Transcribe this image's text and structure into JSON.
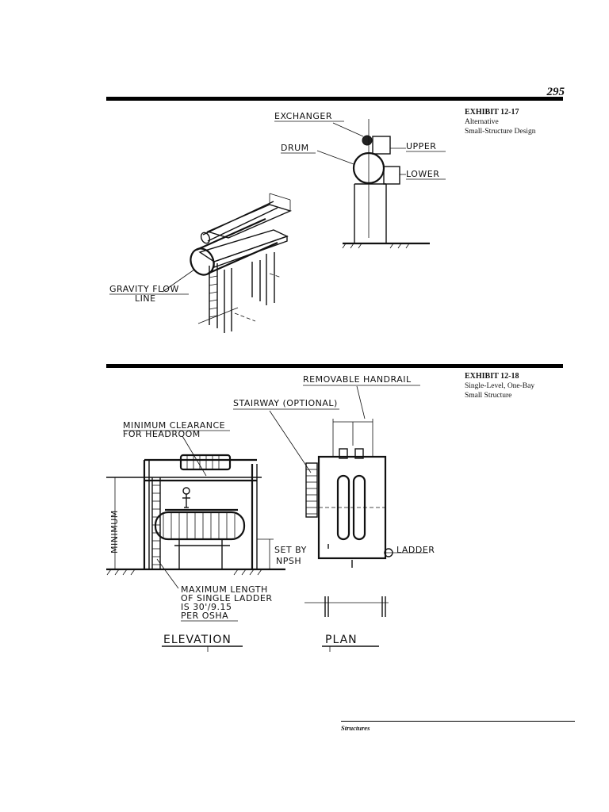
{
  "page": {
    "number": "295",
    "footer": "Structures"
  },
  "exhibits": [
    {
      "title": "EXHIBIT 12-17",
      "subtitle_lines": [
        "Alternative",
        "Small-Structure Design"
      ],
      "labels": {
        "exchanger": "EXCHANGER",
        "drum": "DRUM",
        "upper": "UPPER",
        "lower": "LOWER",
        "gravity_flow_line_1": "GRAVITY FLOW",
        "gravity_flow_line_2": "LINE"
      }
    },
    {
      "title": "EXHIBIT 12-18",
      "subtitle_lines": [
        "Single-Level, One-Bay",
        "Small Structure"
      ],
      "labels": {
        "removable_handrail": "REMOVABLE HANDRAIL",
        "stairway": "STAIRWAY (OPTIONAL)",
        "min_clearance_1": "MINIMUM CLEARANCE",
        "min_clearance_2": "FOR HEADROOM",
        "minimum": "MINIMUM",
        "set_by_1": "SET BY",
        "set_by_2": "NPSH",
        "ladder": "LADDER",
        "max_length_1": "MAXIMUM LENGTH",
        "max_length_2": "OF SINGLE LADDER",
        "max_length_3": "IS 30'/9.15",
        "max_length_4": "PER OSHA",
        "elevation": "ELEVATION",
        "plan": "PLAN"
      }
    }
  ]
}
